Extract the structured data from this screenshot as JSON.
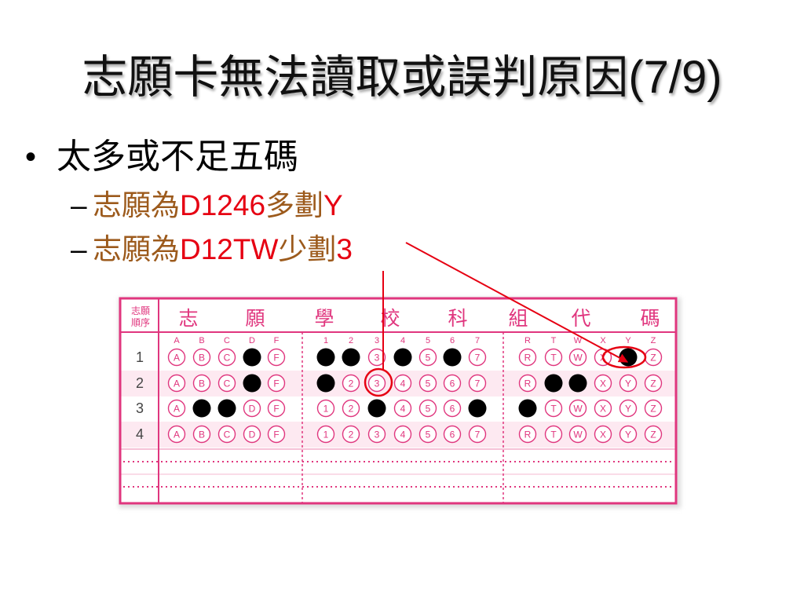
{
  "slide": {
    "title": "志願卡無法讀取或誤判原因(7/9)",
    "bullet": {
      "symbol": "•",
      "text": "太多或不足五碼"
    },
    "sub_bullets": [
      {
        "dash": "–",
        "parts": [
          {
            "text": "志願為",
            "color": "#9c5a1c"
          },
          {
            "text": "D1246",
            "color": "#e60012"
          },
          {
            "text": "多劃",
            "color": "#9c5a1c"
          },
          {
            "text": "Y",
            "color": "#e60012"
          }
        ]
      },
      {
        "dash": "–",
        "parts": [
          {
            "text": "志願為",
            "color": "#9c5a1c"
          },
          {
            "text": "D12TW",
            "color": "#e60012"
          },
          {
            "text": "少劃",
            "color": "#9c5a1c"
          },
          {
            "text": "3",
            "color": "#e60012"
          }
        ]
      }
    ]
  },
  "form": {
    "order_header": [
      "志願",
      "順序"
    ],
    "column_header": [
      "志",
      "願",
      "學",
      "校",
      "科",
      "組",
      "代",
      "碼"
    ],
    "groups": [
      [
        "A",
        "B",
        "C",
        "D",
        "F"
      ],
      [
        "1",
        "2",
        "3",
        "4",
        "5",
        "6",
        "7"
      ],
      [
        "R",
        "T",
        "W",
        "X",
        "Y",
        "Z"
      ]
    ],
    "rows": [
      {
        "order": "1",
        "marks": [
          [
            0,
            0,
            0,
            1,
            0
          ],
          [
            1,
            1,
            0,
            1,
            0,
            1,
            0
          ],
          [
            0,
            0,
            0,
            0,
            1,
            0
          ]
        ]
      },
      {
        "order": "2",
        "marks": [
          [
            0,
            0,
            0,
            1,
            0
          ],
          [
            1,
            0,
            0,
            0,
            0,
            0,
            0
          ],
          [
            0,
            1,
            1,
            0,
            0,
            0
          ]
        ]
      },
      {
        "order": "3",
        "marks": [
          [
            0,
            1,
            1,
            0,
            0
          ],
          [
            0,
            0,
            1,
            0,
            0,
            0,
            1
          ],
          [
            1,
            0,
            0,
            0,
            0,
            0
          ]
        ]
      },
      {
        "order": "4",
        "marks": [
          [
            0,
            0,
            0,
            0,
            0
          ],
          [
            0,
            0,
            0,
            0,
            0,
            0,
            0
          ],
          [
            0,
            0,
            0,
            0,
            0,
            0
          ]
        ]
      }
    ],
    "blank_rows": 2
  },
  "colors": {
    "title": "#111111",
    "text": "#000000",
    "form_pink": "#e0367e",
    "row_band": "#fde9f1",
    "mark": "#000000",
    "order_number": "#444444",
    "annotation_red": "#e60012"
  }
}
